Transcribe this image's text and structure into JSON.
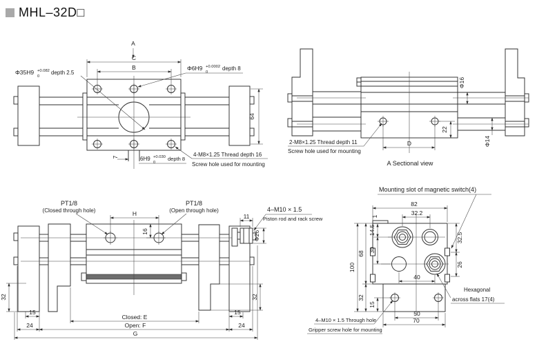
{
  "title": {
    "text": "MHL–32D□"
  },
  "top_view": {
    "section_label": "A",
    "dim_c": "C",
    "dim_b": "B",
    "dim_64": "64",
    "dim_7": "7",
    "bore_note": {
      "main": "Φ35H9",
      "tol_up": "+0.082",
      "tol_dn": "0",
      "suffix": "depth 2.5"
    },
    "pin_note": {
      "main": "Φ6H9",
      "tol_up": "+0.0002",
      "tol_dn": "0",
      "suffix": "depth 8"
    },
    "slot_note": {
      "main": "6H9",
      "tol_up": "+0.030",
      "tol_dn": "0",
      "suffix": "depth 8"
    },
    "thread_note": {
      "line1": "4-M8×1.25 Thread depth 16",
      "line2": "Screw hole used for mounting"
    }
  },
  "sectional_view": {
    "dim_phi16": "Φ16",
    "dim_22": "22",
    "dim_d": "D",
    "dim_phi14": "Φ14",
    "thread_note": {
      "line1": "2-M8×1.25 Thread depth 11",
      "line2": "Screw hole used for mounting"
    },
    "caption": "A Sectional view"
  },
  "front_view": {
    "port_closed": {
      "line1": "PT1/8",
      "line2": "(Closed through hole)"
    },
    "port_open": {
      "line1": "PT1/8",
      "line2": "(Open through hole)"
    },
    "dim_h": "H",
    "dim_16": "16",
    "dim_11": "11",
    "rod_note": {
      "line1": "4–M10 × 1.5",
      "line2": "Piston rod and rack screw"
    },
    "dim_phi26": "Φ26",
    "dim_32_left": "32",
    "dim_32_right": "32",
    "dim_15_left": "15",
    "dim_24_left": "24",
    "dim_15_right": "15",
    "dim_24_right": "24",
    "dim_closed": "Closed: E",
    "dim_open": "Open: F",
    "dim_g": "G"
  },
  "end_view": {
    "switch_note": "Mounting slot of magnetic switch(4)",
    "dim_82": "82",
    "dim_32_2": "32.2",
    "dim_1": "1",
    "dim_14_5": "14.5",
    "dim_30": "30",
    "dim_68": "68",
    "dim_100": "100",
    "dim_32": "32",
    "dim_15": "15",
    "dim_32_5": "32.5",
    "dim_26": "26",
    "dim_40": "40",
    "dim_50": "50",
    "dim_70": "70",
    "hex_note": {
      "line1": "Hexagonal",
      "line2": "across flats 17(4)"
    },
    "mount_note": {
      "line1": "4–M10 × 1.5 Through hole",
      "line2": "Gripper screw hole for mounting"
    }
  }
}
